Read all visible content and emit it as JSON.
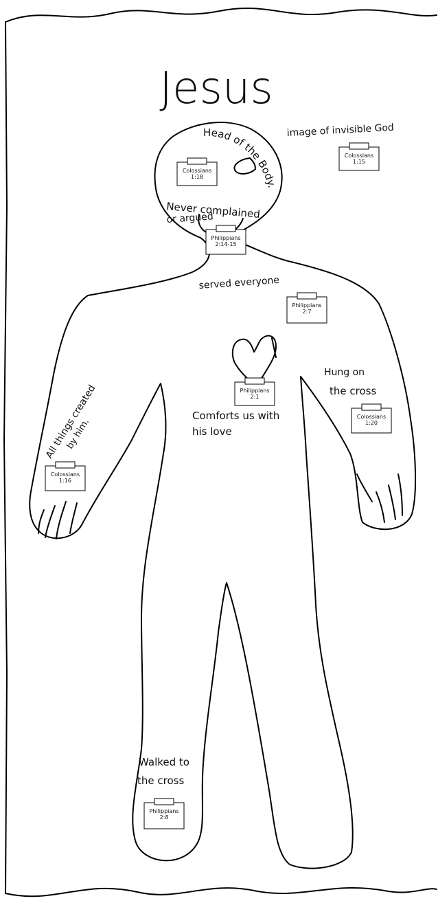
{
  "title": "Jesus",
  "labels": {
    "head": "Head of the Body.",
    "image": "image of invisible God",
    "complained_1": "Never complained",
    "complained_2": "or argued",
    "served": "served everyone",
    "hung_1": "Hung on",
    "hung_2": "the cross",
    "comforts_1": "Comforts us with",
    "comforts_2": "his love",
    "created_1": "All things created",
    "created_2": "by him.",
    "walked_1": "Walked to",
    "walked_2": "the cross"
  },
  "references": [
    {
      "book": "Colossians",
      "verse": "1:18"
    },
    {
      "book": "Colossians",
      "verse": "1:15"
    },
    {
      "book": "Philippians",
      "verse": "2:14-15"
    },
    {
      "book": "Philippians",
      "verse": "2:7"
    },
    {
      "book": "Philippians",
      "verse": "2:1"
    },
    {
      "book": "Colossians",
      "verse": "1:20"
    },
    {
      "book": "Colossians",
      "verse": "1:16"
    },
    {
      "book": "Philippians",
      "verse": "2:8"
    }
  ]
}
